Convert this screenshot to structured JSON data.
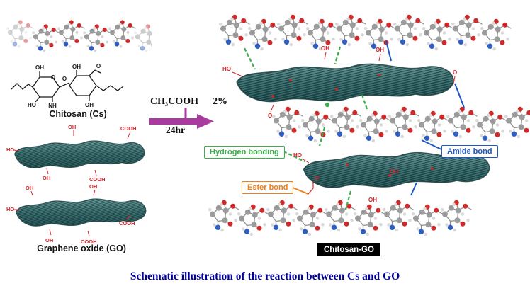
{
  "caption": "Schematic illustration of the reaction between Cs and GO",
  "reactants": {
    "chitosan_label": "Chitosan (Cs)",
    "graphene_oxide_label": "Graphene oxide (GO)"
  },
  "reaction": {
    "reagent": "CH₃COOH",
    "concentration": "2%",
    "time": "24hr"
  },
  "product": {
    "name": "Chitosan-GO",
    "bond_labels": {
      "hydrogen": "Hydrogen bonding",
      "amide": "Amide bond",
      "ester": "Ester bond"
    }
  },
  "chem_labels": {
    "oh": "OH",
    "ho": "HO",
    "o": "O",
    "nh": "NH",
    "cooh": "COOH"
  },
  "colors": {
    "hydrogen": "#3cae4b",
    "amide": "#1f57c4",
    "ester": "#ef7f1a",
    "arrow": "#a93a9e",
    "caption": "#0000a0",
    "go-sheet": "#35686a",
    "oxygen-red": "#d5252b"
  }
}
